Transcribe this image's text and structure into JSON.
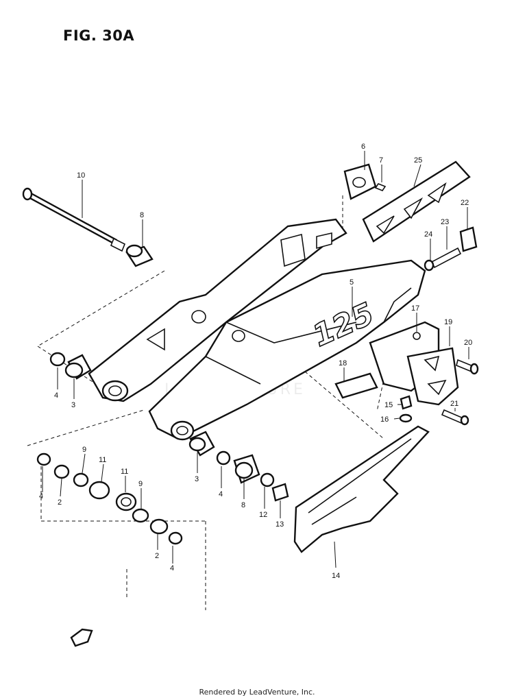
{
  "figure": {
    "title": "FIG. 30A",
    "footer": "Rendered by LeadVenture, Inc.",
    "watermark": "LEADVENTURE",
    "model_decal": "125"
  },
  "callouts": [
    {
      "id": "c10",
      "label": "10"
    },
    {
      "id": "c8a",
      "label": "8"
    },
    {
      "id": "c6",
      "label": "6"
    },
    {
      "id": "c7",
      "label": "7"
    },
    {
      "id": "c25",
      "label": "25"
    },
    {
      "id": "c22",
      "label": "22"
    },
    {
      "id": "c23",
      "label": "23"
    },
    {
      "id": "c24",
      "label": "24"
    },
    {
      "id": "c5",
      "label": "5"
    },
    {
      "id": "c17",
      "label": "17"
    },
    {
      "id": "c19",
      "label": "19"
    },
    {
      "id": "c20",
      "label": "20"
    },
    {
      "id": "c18",
      "label": "18"
    },
    {
      "id": "c15",
      "label": "15"
    },
    {
      "id": "c16",
      "label": "16"
    },
    {
      "id": "c21",
      "label": "21"
    },
    {
      "id": "c4a",
      "label": "4"
    },
    {
      "id": "c3a",
      "label": "3"
    },
    {
      "id": "c9a",
      "label": "9"
    },
    {
      "id": "c11a",
      "label": "11"
    },
    {
      "id": "c4b",
      "label": "4"
    },
    {
      "id": "c2a",
      "label": "2"
    },
    {
      "id": "c11b",
      "label": "11"
    },
    {
      "id": "c9b",
      "label": "9"
    },
    {
      "id": "c3b",
      "label": "3"
    },
    {
      "id": "c4c",
      "label": "4"
    },
    {
      "id": "c8b",
      "label": "8"
    },
    {
      "id": "c12",
      "label": "12"
    },
    {
      "id": "c13",
      "label": "13"
    },
    {
      "id": "c2b",
      "label": "2"
    },
    {
      "id": "c4d",
      "label": "4"
    },
    {
      "id": "c14",
      "label": "14"
    }
  ]
}
